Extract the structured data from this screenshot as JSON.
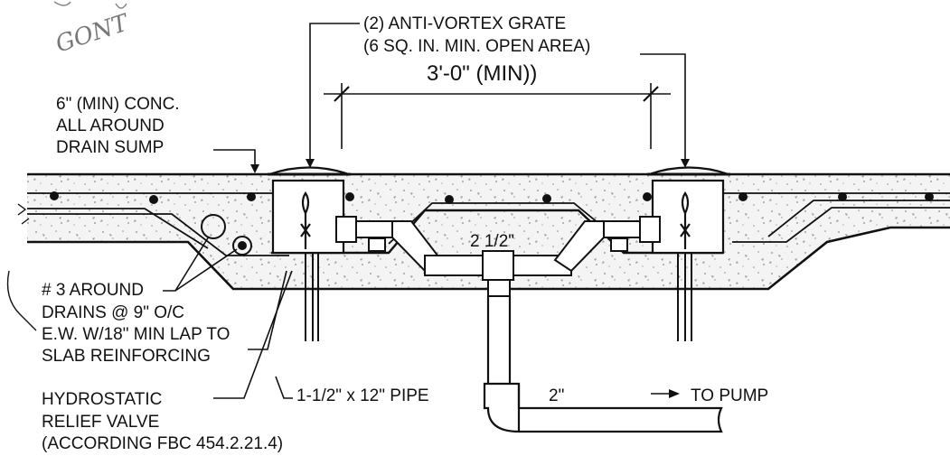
{
  "handwritten_note": "GONT",
  "labels": {
    "grate_line1": "(2) ANTI-VORTEX GRATE",
    "grate_line2": "(6 SQ. IN. MIN. OPEN AREA)",
    "grate_spacing": "3'-0\" (MIN))",
    "conc_line1": "6\" (MIN) CONC.",
    "conc_line2": "ALL AROUND",
    "conc_line3": "DRAIN SUMP",
    "pipe_size_center": "2 1/2\"",
    "rebar_line1": "# 3 AROUND",
    "rebar_line2": "DRAINS @ 9\" O/C",
    "rebar_line3": "E.W. W/18\" MIN LAP TO",
    "rebar_line4": "SLAB REINFORCING",
    "valve_line1": "HYDROSTATIC",
    "valve_line2": "RELIEF VALVE",
    "valve_line3": "(ACCORDING FBC 454.2.21.4)",
    "relief_pipe": "1-1/2\" x 12\" PIPE",
    "outlet_size": "2\"",
    "to_pump": "TO PUMP"
  },
  "colors": {
    "ink": "#111111",
    "concrete_fill": "#f4f4f4",
    "concrete_speckle": "#8a8a8a",
    "pencil": "#777777"
  }
}
